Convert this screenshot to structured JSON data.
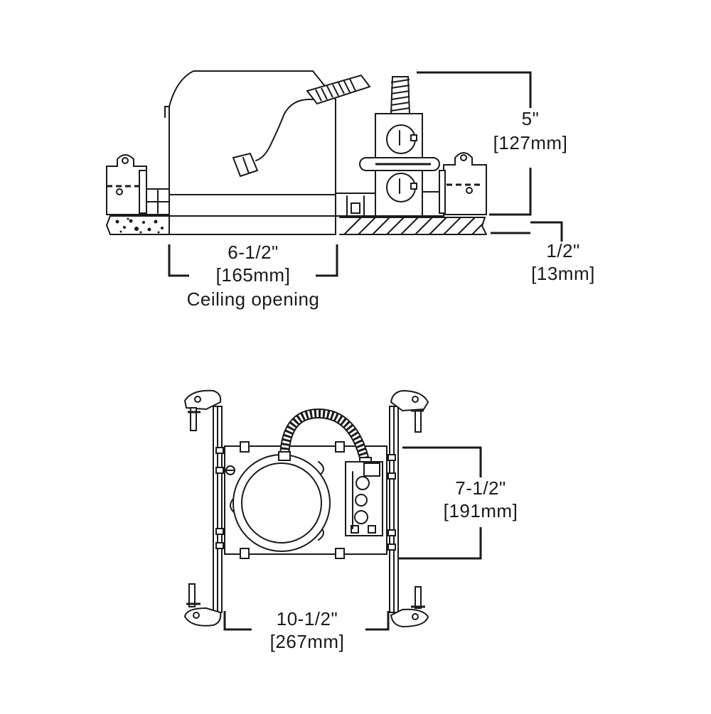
{
  "dimensions": {
    "height": {
      "imperial": "5\"",
      "metric": "[127mm]"
    },
    "ceiling_thickness": {
      "imperial": "1/2\"",
      "metric": "[13mm]"
    },
    "ceiling_opening": {
      "imperial": "6-1/2\"",
      "metric": "[165mm]",
      "caption": "Ceiling opening"
    },
    "depth": {
      "imperial": "7-1/2\"",
      "metric": "[191mm]"
    },
    "width": {
      "imperial": "10-1/2\"",
      "metric": "[267mm]"
    }
  },
  "colors": {
    "line": "#1a1a1a",
    "background": "#ffffff"
  }
}
